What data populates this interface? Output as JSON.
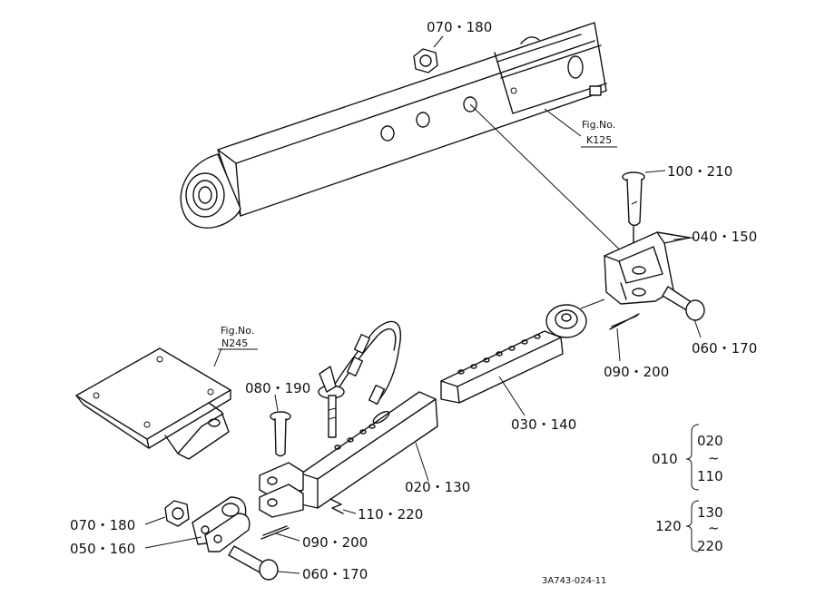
{
  "labels": {
    "l070_180_top": "070・180",
    "l100_210": "100・210",
    "l040_150": "040・150",
    "l060_170_right": "060・170",
    "l090_200_right": "090・200",
    "l030_140": "030・140",
    "l080_190": "080・190",
    "l020_130": "020・130",
    "l110_220": "110・220",
    "l070_180_bottom": "070・180",
    "l050_160": "050・160",
    "l090_200_bottom": "090・200",
    "l060_170_bottom": "060・170"
  },
  "fig_refs": {
    "k125_prefix": "Fig.No.",
    "k125": "K125",
    "n245_prefix": "Fig.No.",
    "n245": "N245"
  },
  "legend": {
    "g1_key": "010",
    "g1_from": "020",
    "g1_tilde": "~",
    "g1_to": "110",
    "g2_key": "120",
    "g2_from": "130",
    "g2_tilde": "~",
    "g2_to": "220"
  },
  "drawing_code": "3A743-024-11"
}
